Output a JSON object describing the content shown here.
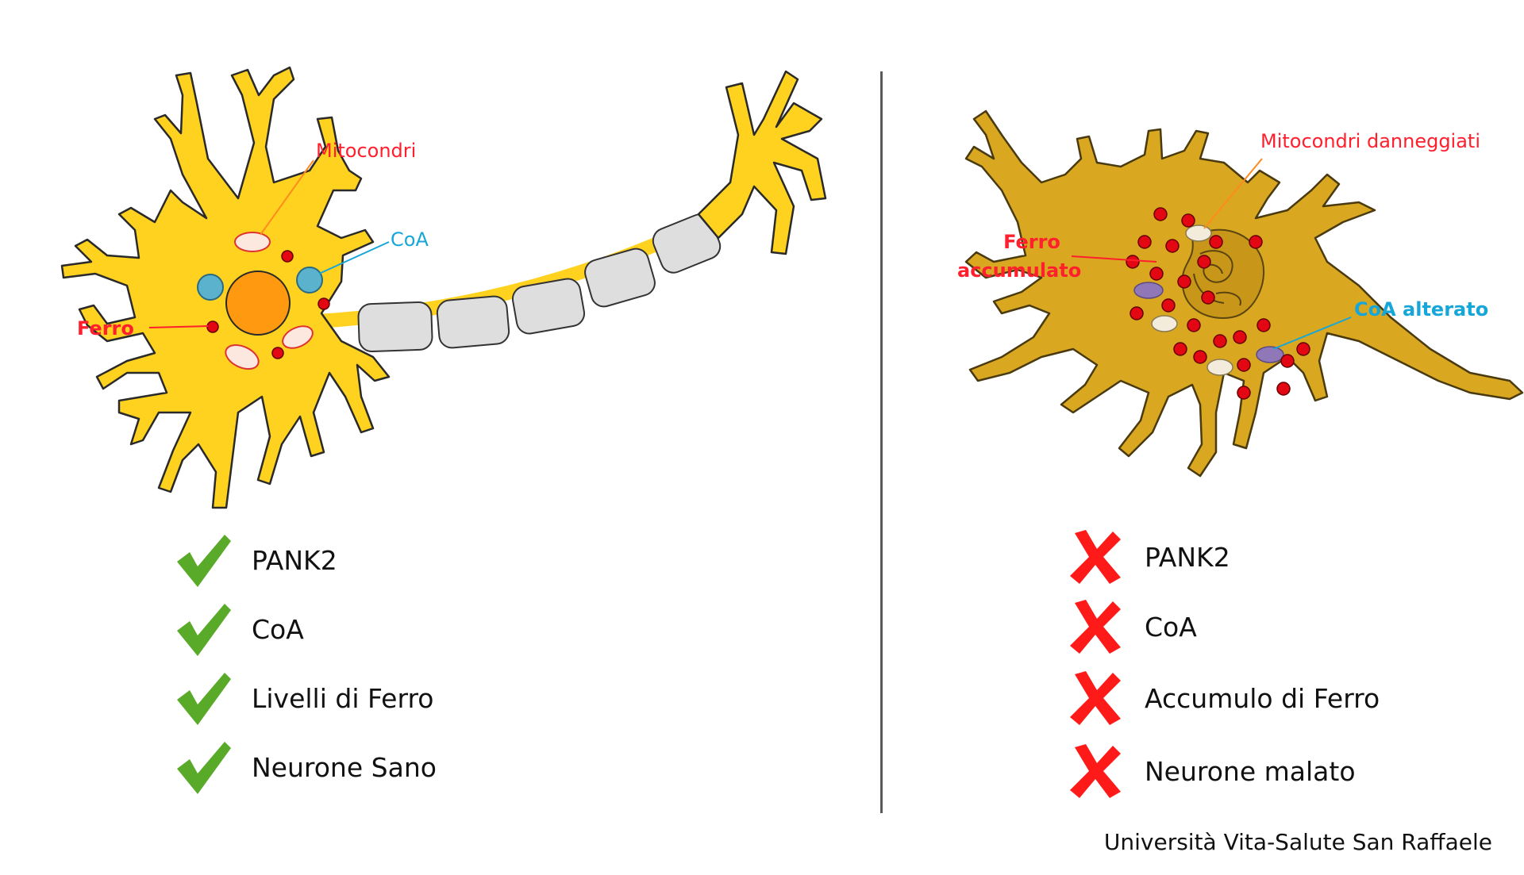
{
  "healthy": {
    "labels": {
      "mitochondria": "Mitocondri",
      "coa": "CoA",
      "iron": "Ferro"
    },
    "checklist": [
      {
        "label": "PANK2",
        "status": "ok"
      },
      {
        "label": "CoA",
        "status": "ok"
      },
      {
        "label": "Livelli di Ferro",
        "status": "ok"
      },
      {
        "label": "Neurone Sano",
        "status": "ok"
      }
    ]
  },
  "diseased": {
    "labels": {
      "damaged_mitochondria": "Mitocondri danneggiati",
      "iron_line1": "Ferro",
      "iron_line2": "accumulato",
      "coa_altered": "CoA alterato"
    },
    "checklist": [
      {
        "label": "PANK2",
        "status": "fail"
      },
      {
        "label": "CoA",
        "status": "fail"
      },
      {
        "label": "Accumulo di Ferro",
        "status": "fail"
      },
      {
        "label": "Neurone malato",
        "status": "fail"
      }
    ]
  },
  "credit": "Università Vita-Salute San Raffaele",
  "colors": {
    "neuron_body": "#ffd21f",
    "neuron_outline": "#2a2a2a",
    "nucleus": "#ff9a10",
    "myelin": "#dedede",
    "diseased_body": "#d9a820",
    "iron_red": "#e30613",
    "coa_blue": "#5ab2cc",
    "check_green": "#5aaa2a",
    "cross_red": "#ff1a1a",
    "label_red": "#ff1f2d",
    "label_blue": "#17a6d8",
    "orange_leader": "#ff8a1e"
  },
  "icons": {
    "ok": "check-icon",
    "fail": "cross-icon"
  }
}
